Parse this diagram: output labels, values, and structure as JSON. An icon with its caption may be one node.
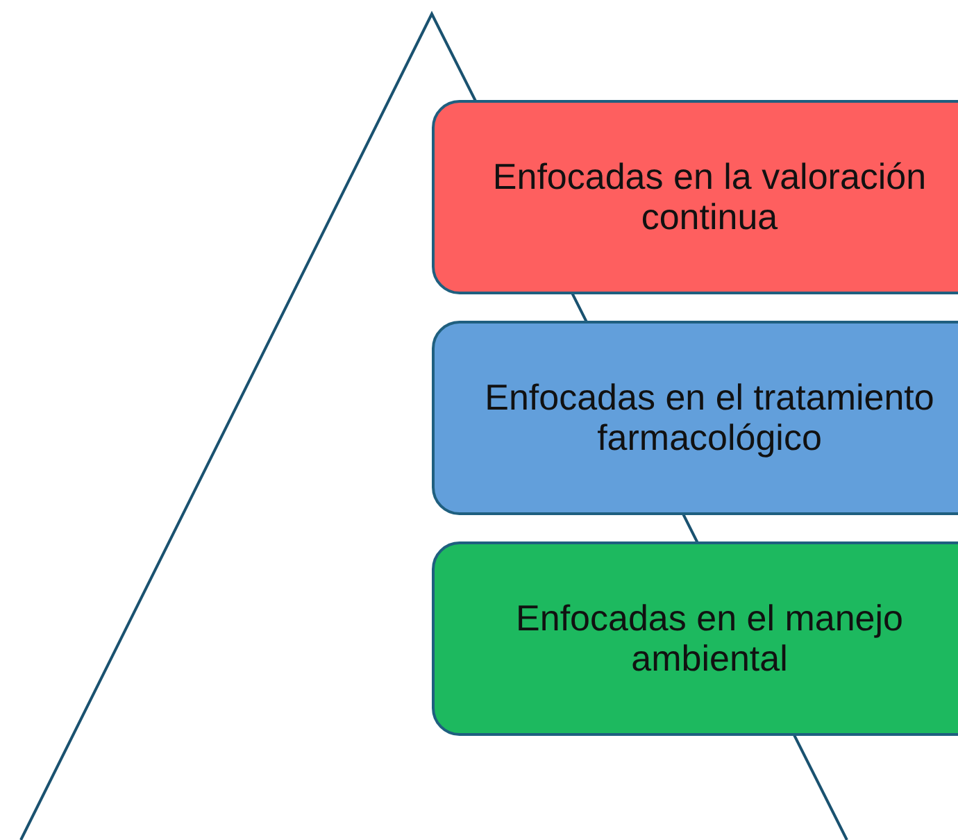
{
  "diagram": {
    "nodes": [
      {
        "text": [
          "Enfocadas en la valoración continua"
        ]
      },
      {
        "text": [
          "Enfocadas en el tratamiento farmacológico"
        ]
      },
      {
        "text": [
          "Enfocadas en el manejo ambiental"
        ]
      }
    ]
  }
}
